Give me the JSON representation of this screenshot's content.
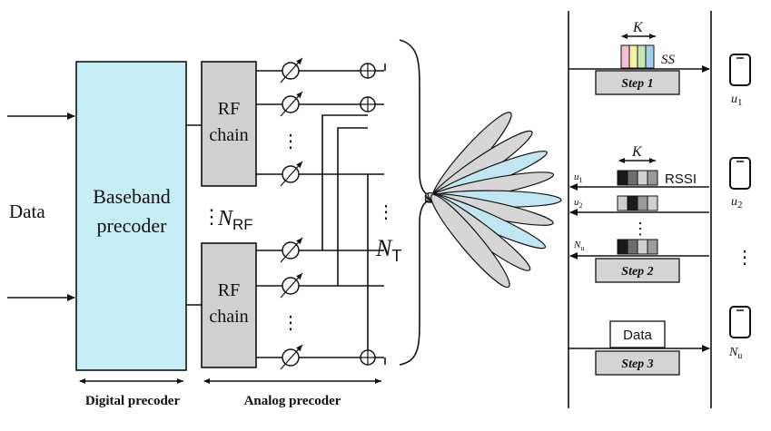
{
  "colors": {
    "baseband_fill": "#c6eef6",
    "rf_chain_fill": "#d0d0d0",
    "step_fill": "#d4d4d4",
    "beam_gray": "#d6d6d6",
    "beam_blue": "#bfe6f1",
    "ss_block_colors": [
      "#f6bcd2",
      "#f9efa6",
      "#c9e6b2",
      "#9fd1e8"
    ],
    "rssi_block_colors": [
      "#1a1a1a",
      "#6e6e6e",
      "#d0d0d0",
      "#9a9a9a"
    ]
  },
  "left": {
    "input_label": "Data",
    "baseband_line1": "Baseband",
    "baseband_line2": "precoder",
    "rf_line1": "RF",
    "rf_line2": "chain",
    "n_rf_symbol": "N",
    "n_rf_subscript": "RF",
    "n_t_symbol": "N",
    "n_t_subscript": "T",
    "vdots": "⋮",
    "digital_caption": "Digital precoder",
    "analog_caption": "Analog precoder"
  },
  "right": {
    "k_label": "K",
    "ss_label": "SS",
    "rssi_label": "RSSI",
    "step1": "Step 1",
    "step2": "Step 2",
    "step3": "Step 3",
    "data_box": "Data",
    "u_symbol": "u",
    "u1_sub": "1",
    "u2_sub": "2",
    "nu_symbol": "N",
    "nu_sub": "u",
    "vdots": "⋮",
    "arrow_u1": "u",
    "arrow_u1_sub": "1",
    "arrow_u2": "u",
    "arrow_u2_sub": "2",
    "arrow_nu": "N",
    "arrow_nu_sub": "u"
  }
}
